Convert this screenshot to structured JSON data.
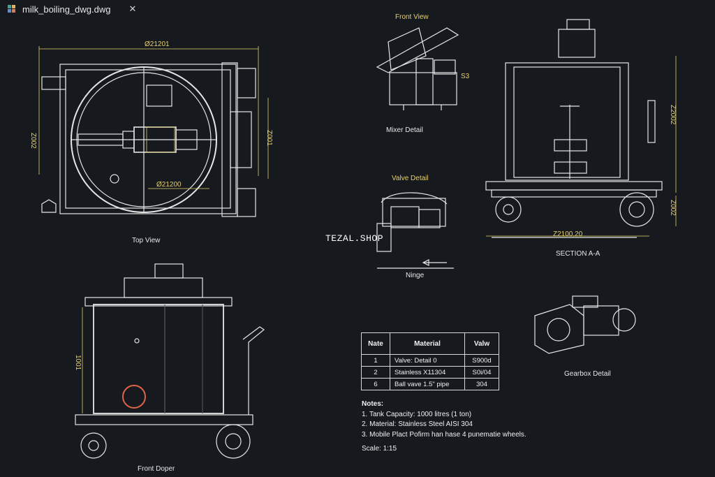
{
  "tab": {
    "filename": "milk_boiling_dwg.dwg",
    "close_symbol": "✕"
  },
  "watermark": "TEZAL.SHOP",
  "views": {
    "top_view": "Top View",
    "front_view": "Front View",
    "mixer_detail": "Mixer Detail",
    "valve_detail": "Valve Detail",
    "hinge": "Ninge",
    "section": "SECTION A-A",
    "gearbox_detail": "Gearbox Detail",
    "front_doper": "Front Doper"
  },
  "dimensions": {
    "top_width": "Ø21201",
    "top_inner": "Ø21200",
    "top_left": "Z002",
    "top_right": "Z001",
    "top_small": "S3",
    "section_width": "Z2100.20",
    "section_height_top": "Z2002",
    "section_height_bottom": "Z002",
    "front_height": "1001"
  },
  "table": {
    "headers": [
      "Nate",
      "Material",
      "Valw"
    ],
    "rows": [
      [
        "1",
        "Valve: Detail 0",
        "S900d"
      ],
      [
        "2",
        "Stainless  X11304",
        "S0i/04"
      ],
      [
        "6",
        "Ball vave 1.5\"  pipe",
        "304"
      ]
    ]
  },
  "notes": {
    "heading": "Notes:",
    "items": [
      "1. Tank Capacity: 1000 litres (1 ton)",
      "2. Material: Stainless Steel AISI 304",
      "3. Mobile Plact Pofirm han hase 4  punematie wheels."
    ],
    "scale": "Scale: 1:15"
  },
  "colors": {
    "background": "#161a1e",
    "line": "#e6e6e6",
    "dimension": "#e9cf6a",
    "accent": "#e2634a"
  }
}
